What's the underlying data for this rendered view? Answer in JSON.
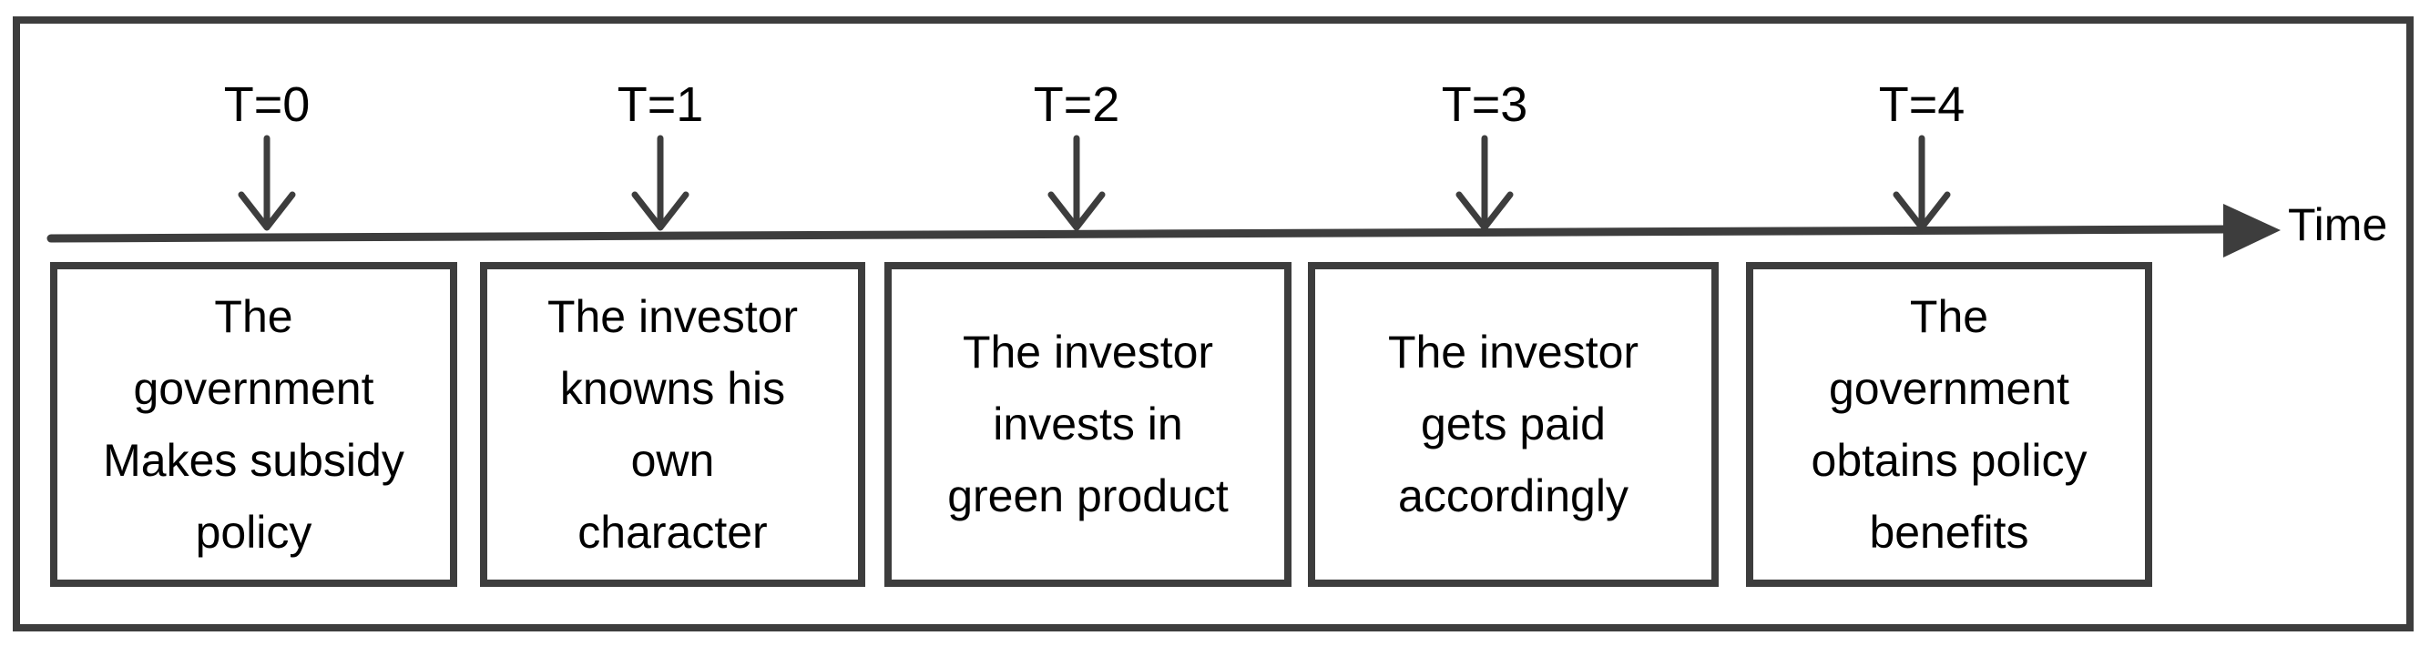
{
  "diagram": {
    "axis_label": "Time",
    "markers": [
      "T=0",
      "T=1",
      "T=2",
      "T=3",
      "T=4"
    ],
    "events": [
      {
        "lines": [
          "The",
          "government",
          "Makes subsidy",
          "policy"
        ]
      },
      {
        "lines": [
          "The investor",
          "knowns his",
          "own",
          "character"
        ]
      },
      {
        "lines": [
          "The investor",
          "invests in",
          "green product"
        ]
      },
      {
        "lines": [
          "The investor",
          "gets paid",
          "accordingly"
        ]
      },
      {
        "lines": [
          "The",
          "government",
          "obtains policy",
          "benefits"
        ]
      }
    ],
    "colors": {
      "ink": "#3d3d3d",
      "text": "#000000",
      "background": "#ffffff"
    }
  }
}
